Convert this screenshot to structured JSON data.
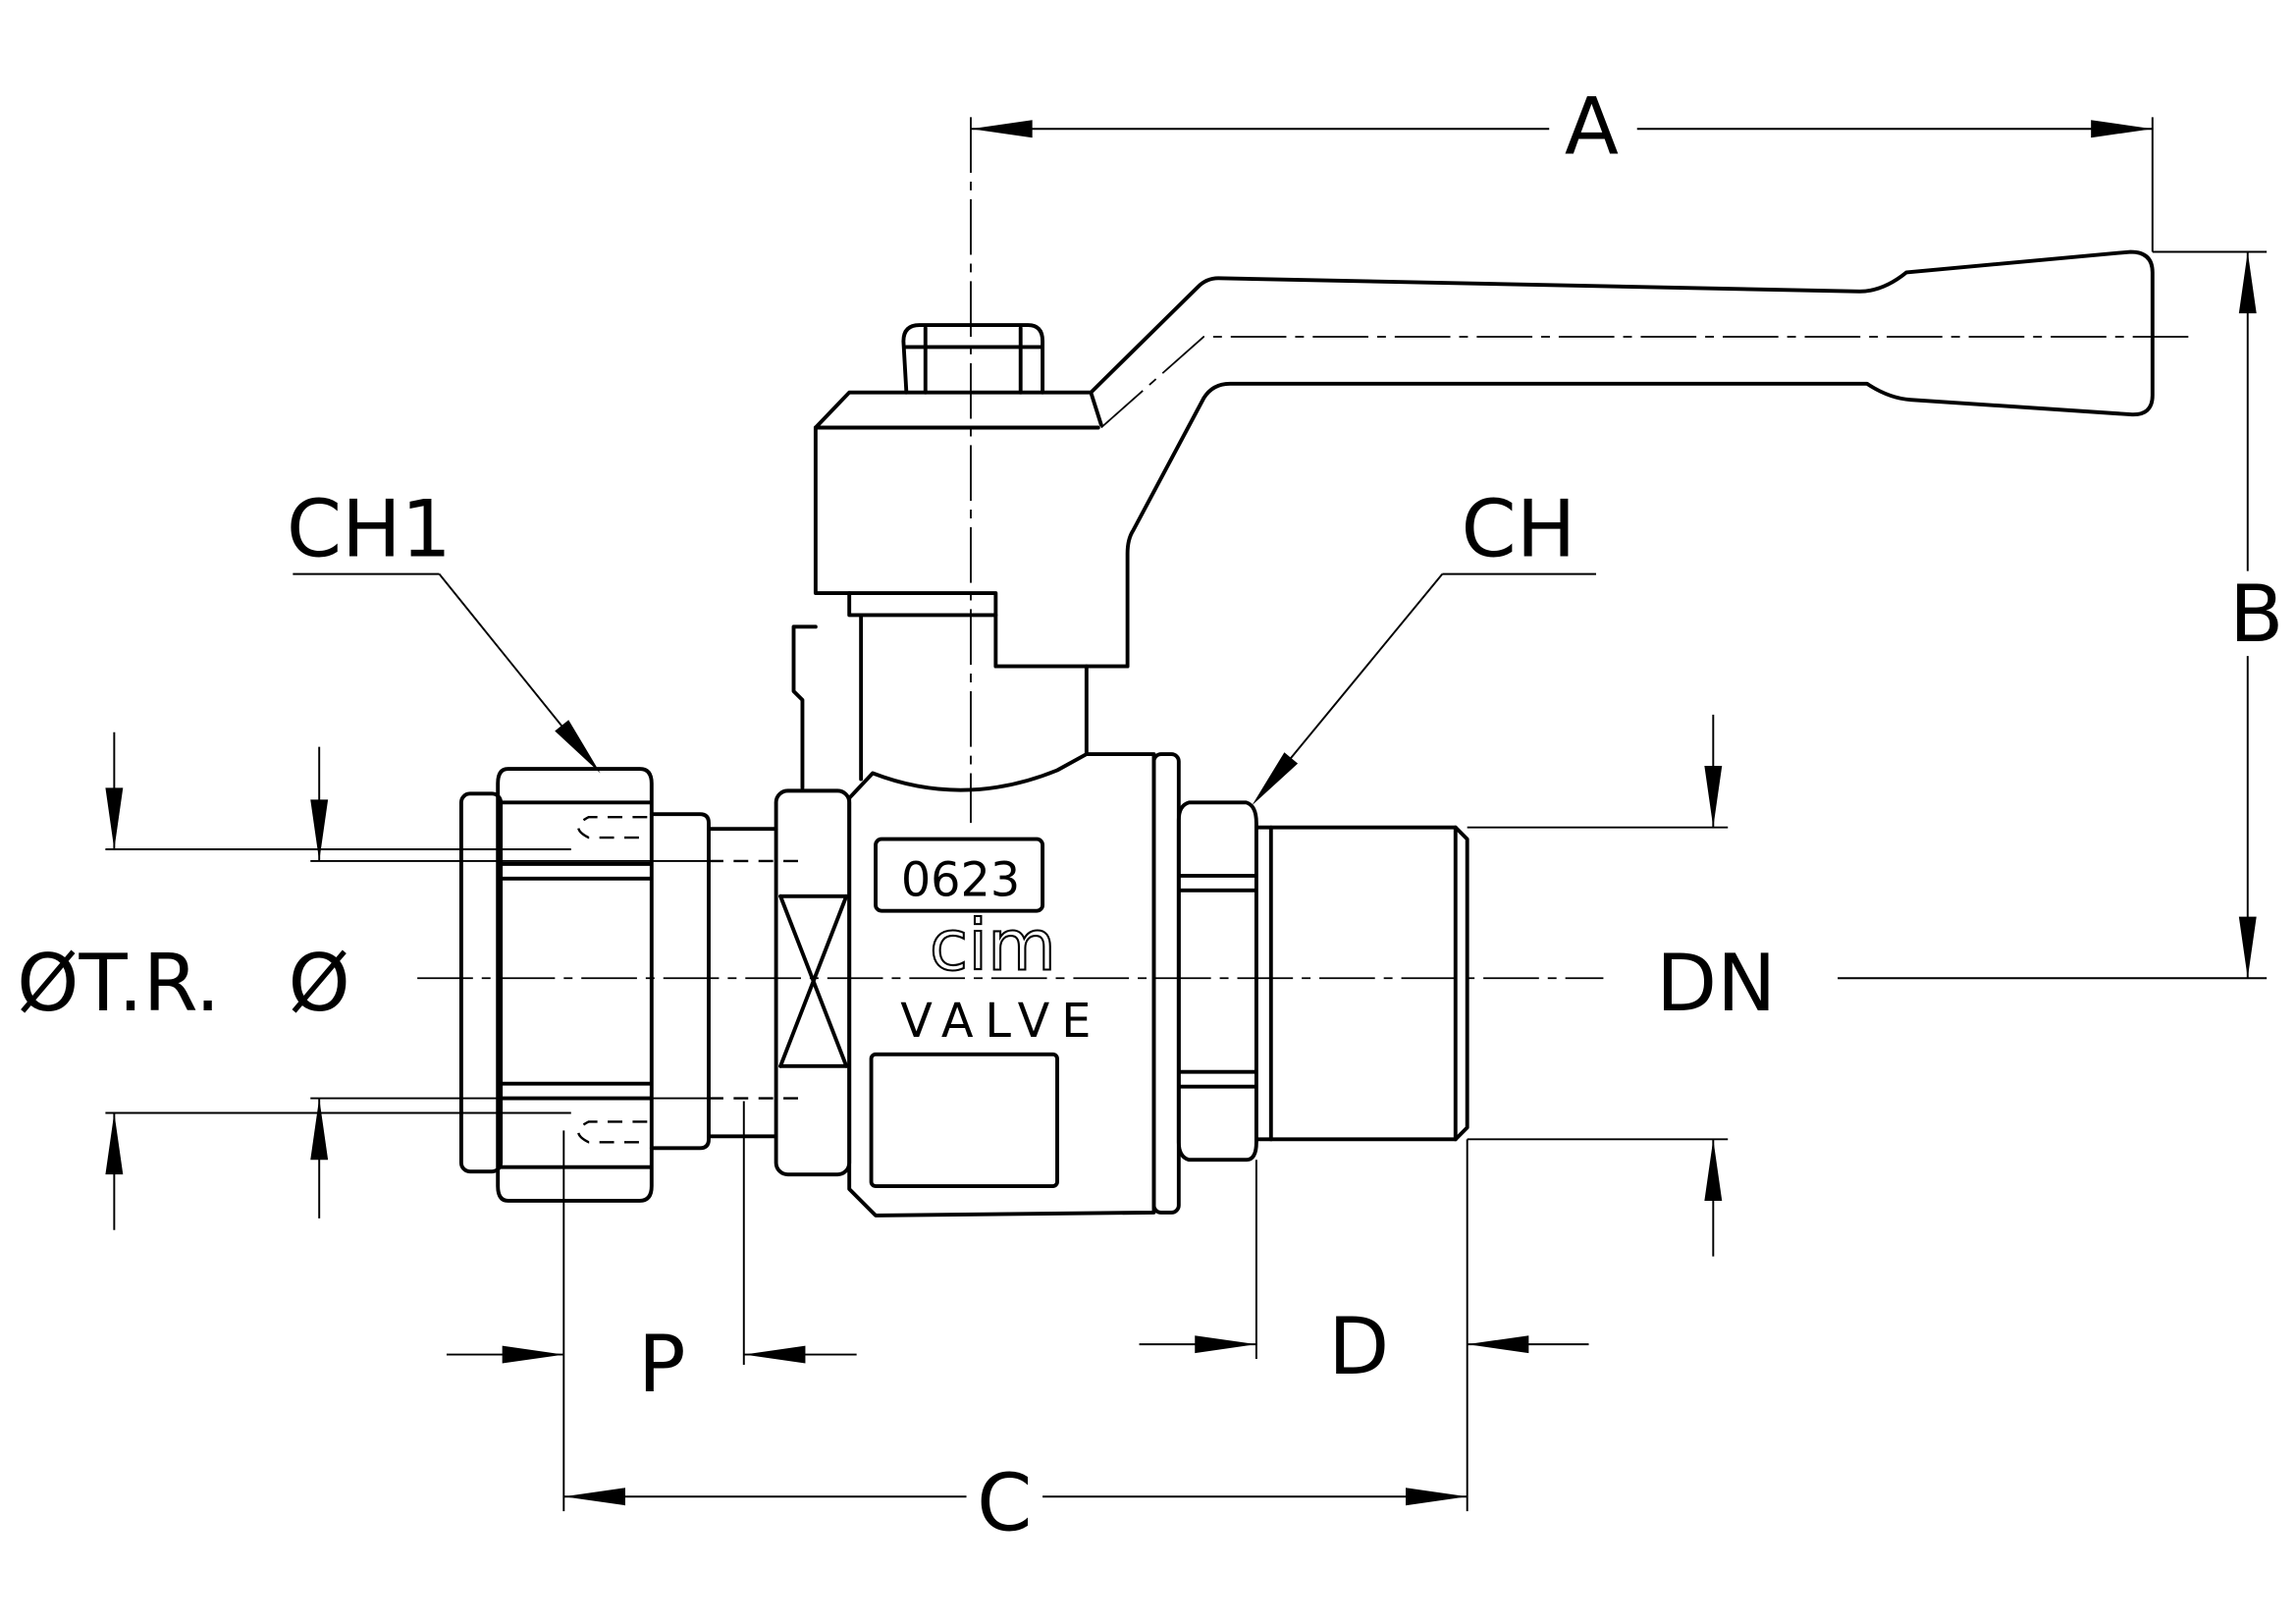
{
  "drawing": {
    "line_color": "#000000",
    "background": "#ffffff"
  },
  "dimensions": {
    "a": "A",
    "b": "B",
    "c": "C",
    "d": "D",
    "p": "P",
    "dn": "DN",
    "diameter": "Ø",
    "diameter_tr": "ØT.R."
  },
  "callouts": {
    "ch1": "CH1",
    "ch": "CH"
  },
  "marking": {
    "code": "0623",
    "brand": "cim",
    "name": "VALVE"
  }
}
